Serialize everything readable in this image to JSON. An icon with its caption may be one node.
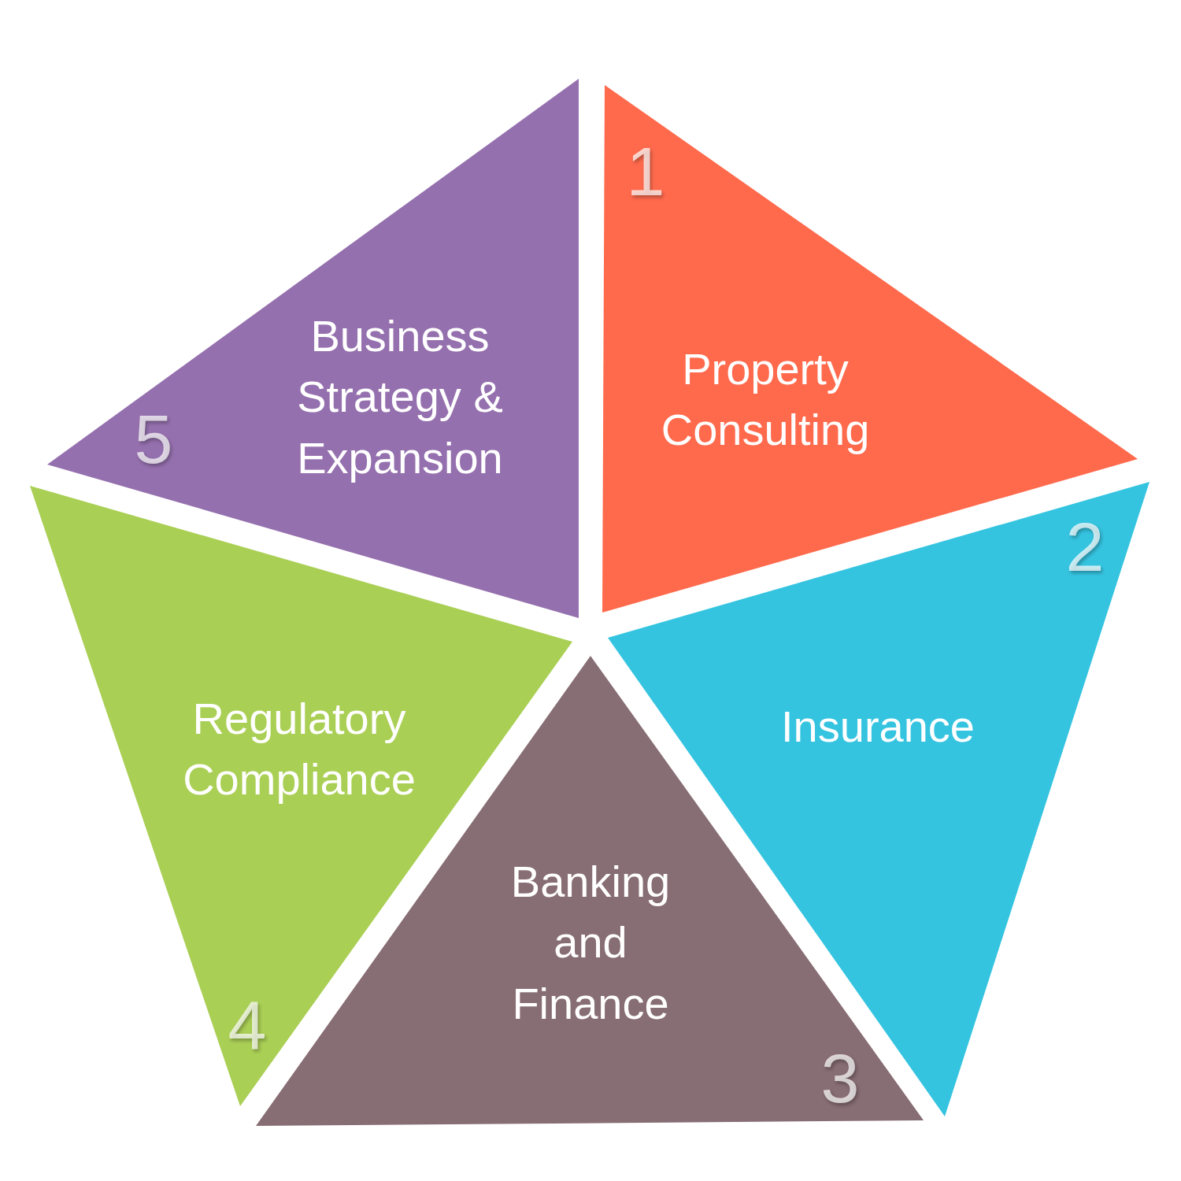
{
  "diagram": {
    "nodes": [
      {
        "text": [
          "1",
          "Property Consulting"
        ]
      },
      {
        "text": [
          "2",
          "Insurance"
        ]
      },
      {
        "text": [
          "Banking and Finance",
          "3"
        ]
      },
      {
        "text": [
          "Regulatory Compliance",
          "4"
        ]
      },
      {
        "text": [
          "5",
          "Business Strategy & Expansion"
        ]
      }
    ]
  }
}
